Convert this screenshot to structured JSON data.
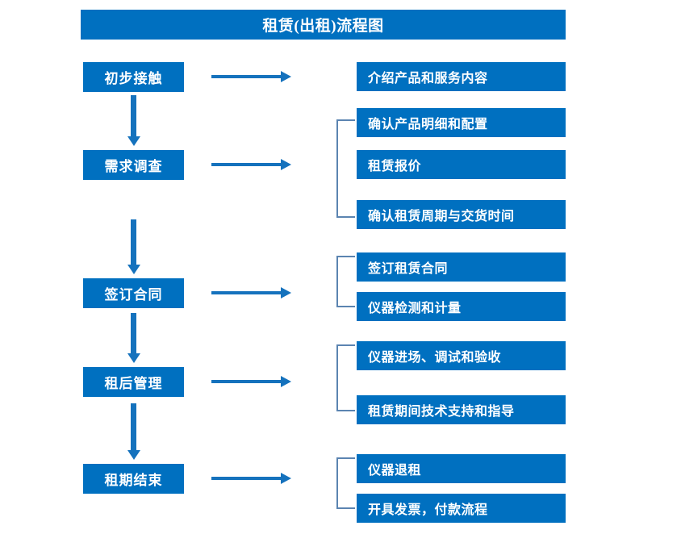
{
  "diagram": {
    "title": "租赁(出租)流程图",
    "colors": {
      "box_fill": "#0070c0",
      "box_text": "#ffffff",
      "arrow": "#1572bd",
      "bracket": "#5b84b1",
      "background": "#ffffff"
    },
    "stages": [
      {
        "label": "初步接触"
      },
      {
        "label": "需求调查"
      },
      {
        "label": "签订合同"
      },
      {
        "label": "租后管理"
      },
      {
        "label": "租期结束"
      }
    ],
    "details": [
      {
        "label": "介绍产品和服务内容"
      },
      {
        "label": "确认产品明细和配置"
      },
      {
        "label": "租赁报价"
      },
      {
        "label": "确认租赁周期与交货时间"
      },
      {
        "label": "签订租赁合同"
      },
      {
        "label": "仪器检测和计量"
      },
      {
        "label": "仪器进场、调试和验收"
      },
      {
        "label": "租赁期间技术支持和指导"
      },
      {
        "label": "仪器退租"
      },
      {
        "label": "开具发票，付款流程"
      }
    ],
    "connectors": {
      "horizontal_arrow_count": 5,
      "vertical_arrow_count": 4,
      "bracket_count": 4
    }
  }
}
